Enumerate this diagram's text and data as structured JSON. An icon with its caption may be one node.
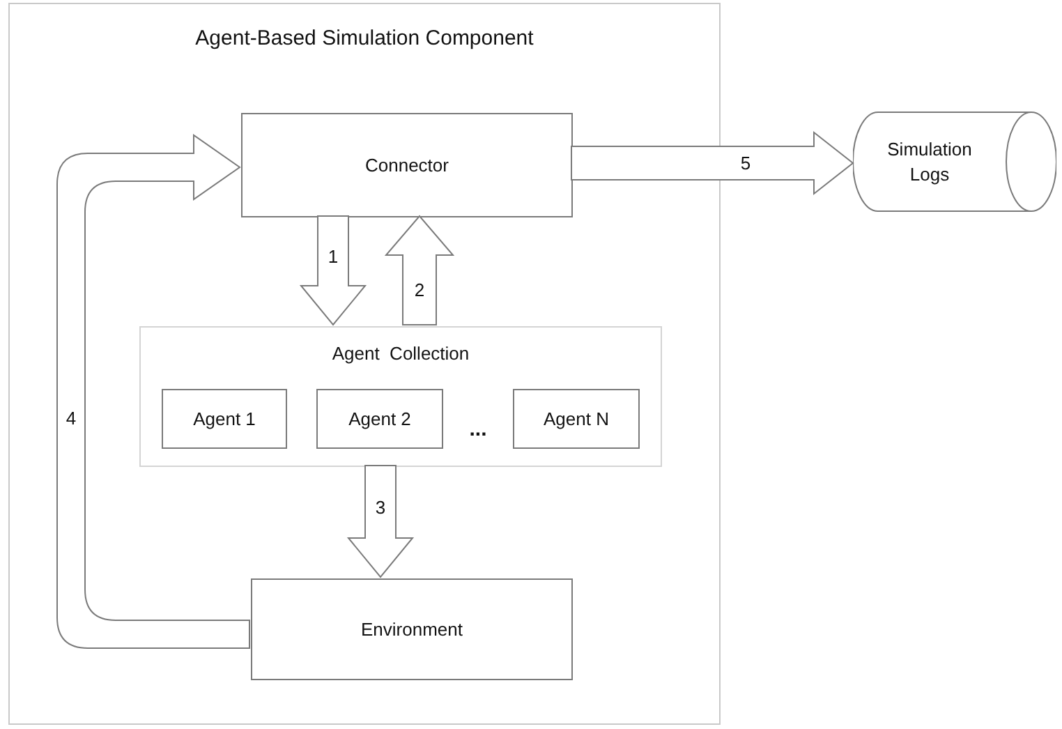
{
  "diagram": {
    "nodes": [
      {
        "text": [
          "Agent-Based Simulation Component"
        ]
      },
      {
        "text": [
          "Connector"
        ],
        "in": 0
      },
      {
        "text": [
          "Simulation Logs"
        ]
      },
      {
        "text": [
          "Agent  Collection"
        ],
        "in": 0
      },
      {
        "text": [
          "Agent 1"
        ],
        "in": 3
      },
      {
        "text": [
          "Agent 2"
        ],
        "in": 3
      },
      {
        "text": [
          "Agent N"
        ],
        "in": 3
      },
      {
        "text": [
          "Environment"
        ],
        "in": 0
      }
    ],
    "edges": [
      {
        "from": 1,
        "to": 3,
        "arrow": "to",
        "label": "1"
      },
      {
        "from": 3,
        "to": 1,
        "arrow": "to",
        "label": "2"
      },
      {
        "from": 3,
        "to": 7,
        "arrow": "to",
        "label": "3"
      },
      {
        "from": 7,
        "to": 1,
        "arrow": "to",
        "label": "4"
      },
      {
        "from": 1,
        "to": 2,
        "arrow": "to",
        "label": "5"
      }
    ],
    "labels": [
      "..."
    ]
  }
}
